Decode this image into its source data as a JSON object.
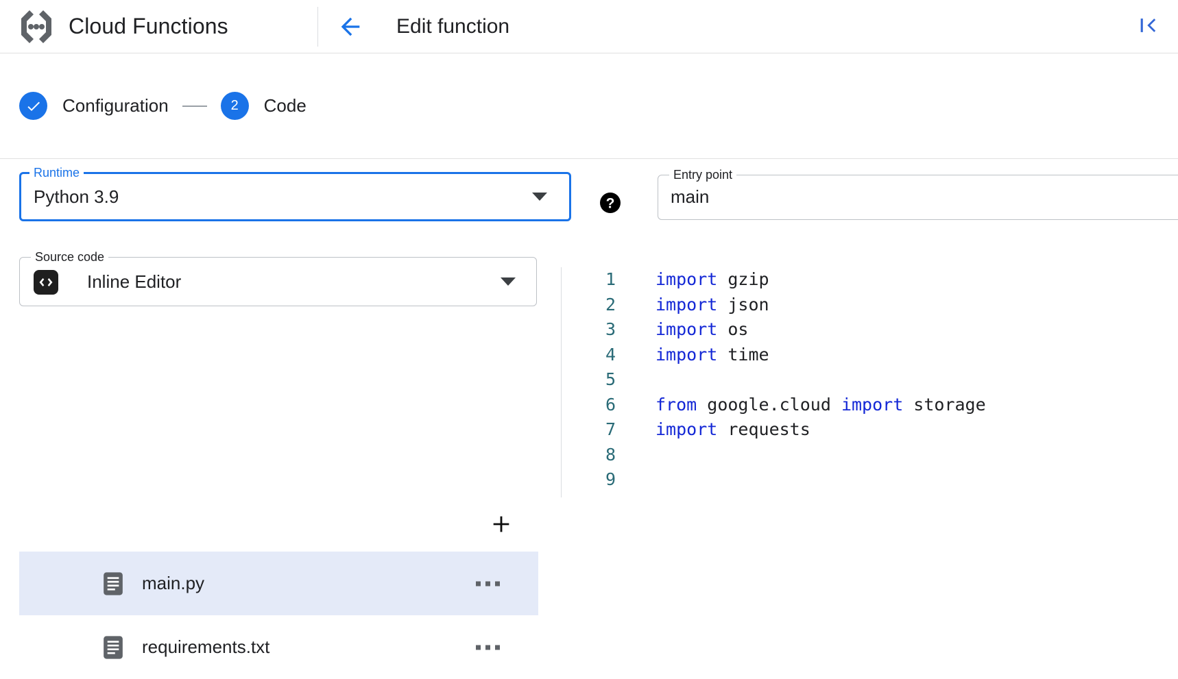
{
  "header": {
    "brand_title": "Cloud Functions",
    "logo_icon": "cloud-functions-logo",
    "back_icon": "arrow-left-icon",
    "page_title": "Edit function",
    "collapse_icon": "collapse-panel-icon"
  },
  "stepper": {
    "steps": [
      {
        "marker": "✓",
        "label": "Configuration",
        "state": "completed"
      },
      {
        "marker": "2",
        "label": "Code",
        "state": "active"
      }
    ]
  },
  "form": {
    "runtime": {
      "label": "Runtime",
      "value": "Python 3.9",
      "focused": true,
      "dropdown_icon": "chevron-down-icon",
      "help_icon": "help-icon"
    },
    "entry_point": {
      "label": "Entry point",
      "value": "main",
      "placeholder": "Entry point",
      "help_icon": "help-icon"
    },
    "source_code": {
      "label": "Source code",
      "value": "Inline Editor",
      "leading_icon": "code-brackets-icon",
      "dropdown_icon": "chevron-down-icon"
    }
  },
  "file_pane": {
    "add_icon": "plus-icon",
    "files": [
      {
        "name": "main.py",
        "icon": "file-document-icon",
        "selected": true,
        "menu_icon": "more-options-icon"
      },
      {
        "name": "requirements.txt",
        "icon": "file-document-icon",
        "selected": false,
        "menu_icon": "more-options-icon"
      }
    ]
  },
  "editor": {
    "language": "python",
    "lines": [
      {
        "n": "1",
        "tokens": [
          {
            "t": "import",
            "k": true
          },
          {
            "t": " gzip",
            "k": false
          }
        ]
      },
      {
        "n": "2",
        "tokens": [
          {
            "t": "import",
            "k": true
          },
          {
            "t": " json",
            "k": false
          }
        ]
      },
      {
        "n": "3",
        "tokens": [
          {
            "t": "import",
            "k": true
          },
          {
            "t": " os",
            "k": false
          }
        ]
      },
      {
        "n": "4",
        "tokens": [
          {
            "t": "import",
            "k": true
          },
          {
            "t": " time",
            "k": false
          }
        ]
      },
      {
        "n": "5",
        "tokens": []
      },
      {
        "n": "6",
        "tokens": [
          {
            "t": "from",
            "k": true
          },
          {
            "t": " google.cloud ",
            "k": false
          },
          {
            "t": "import",
            "k": true
          },
          {
            "t": " storage",
            "k": false
          }
        ]
      },
      {
        "n": "7",
        "tokens": [
          {
            "t": "import",
            "k": true
          },
          {
            "t": " requests",
            "k": false
          }
        ]
      },
      {
        "n": "8",
        "tokens": []
      },
      {
        "n": "9",
        "tokens": []
      }
    ]
  },
  "colors": {
    "accent_blue": "#1a73e8",
    "keyword_blue": "#1428d6",
    "line_number": "#2a6b77",
    "selected_row": "#e4eaf8",
    "divider": "#dadce0"
  }
}
